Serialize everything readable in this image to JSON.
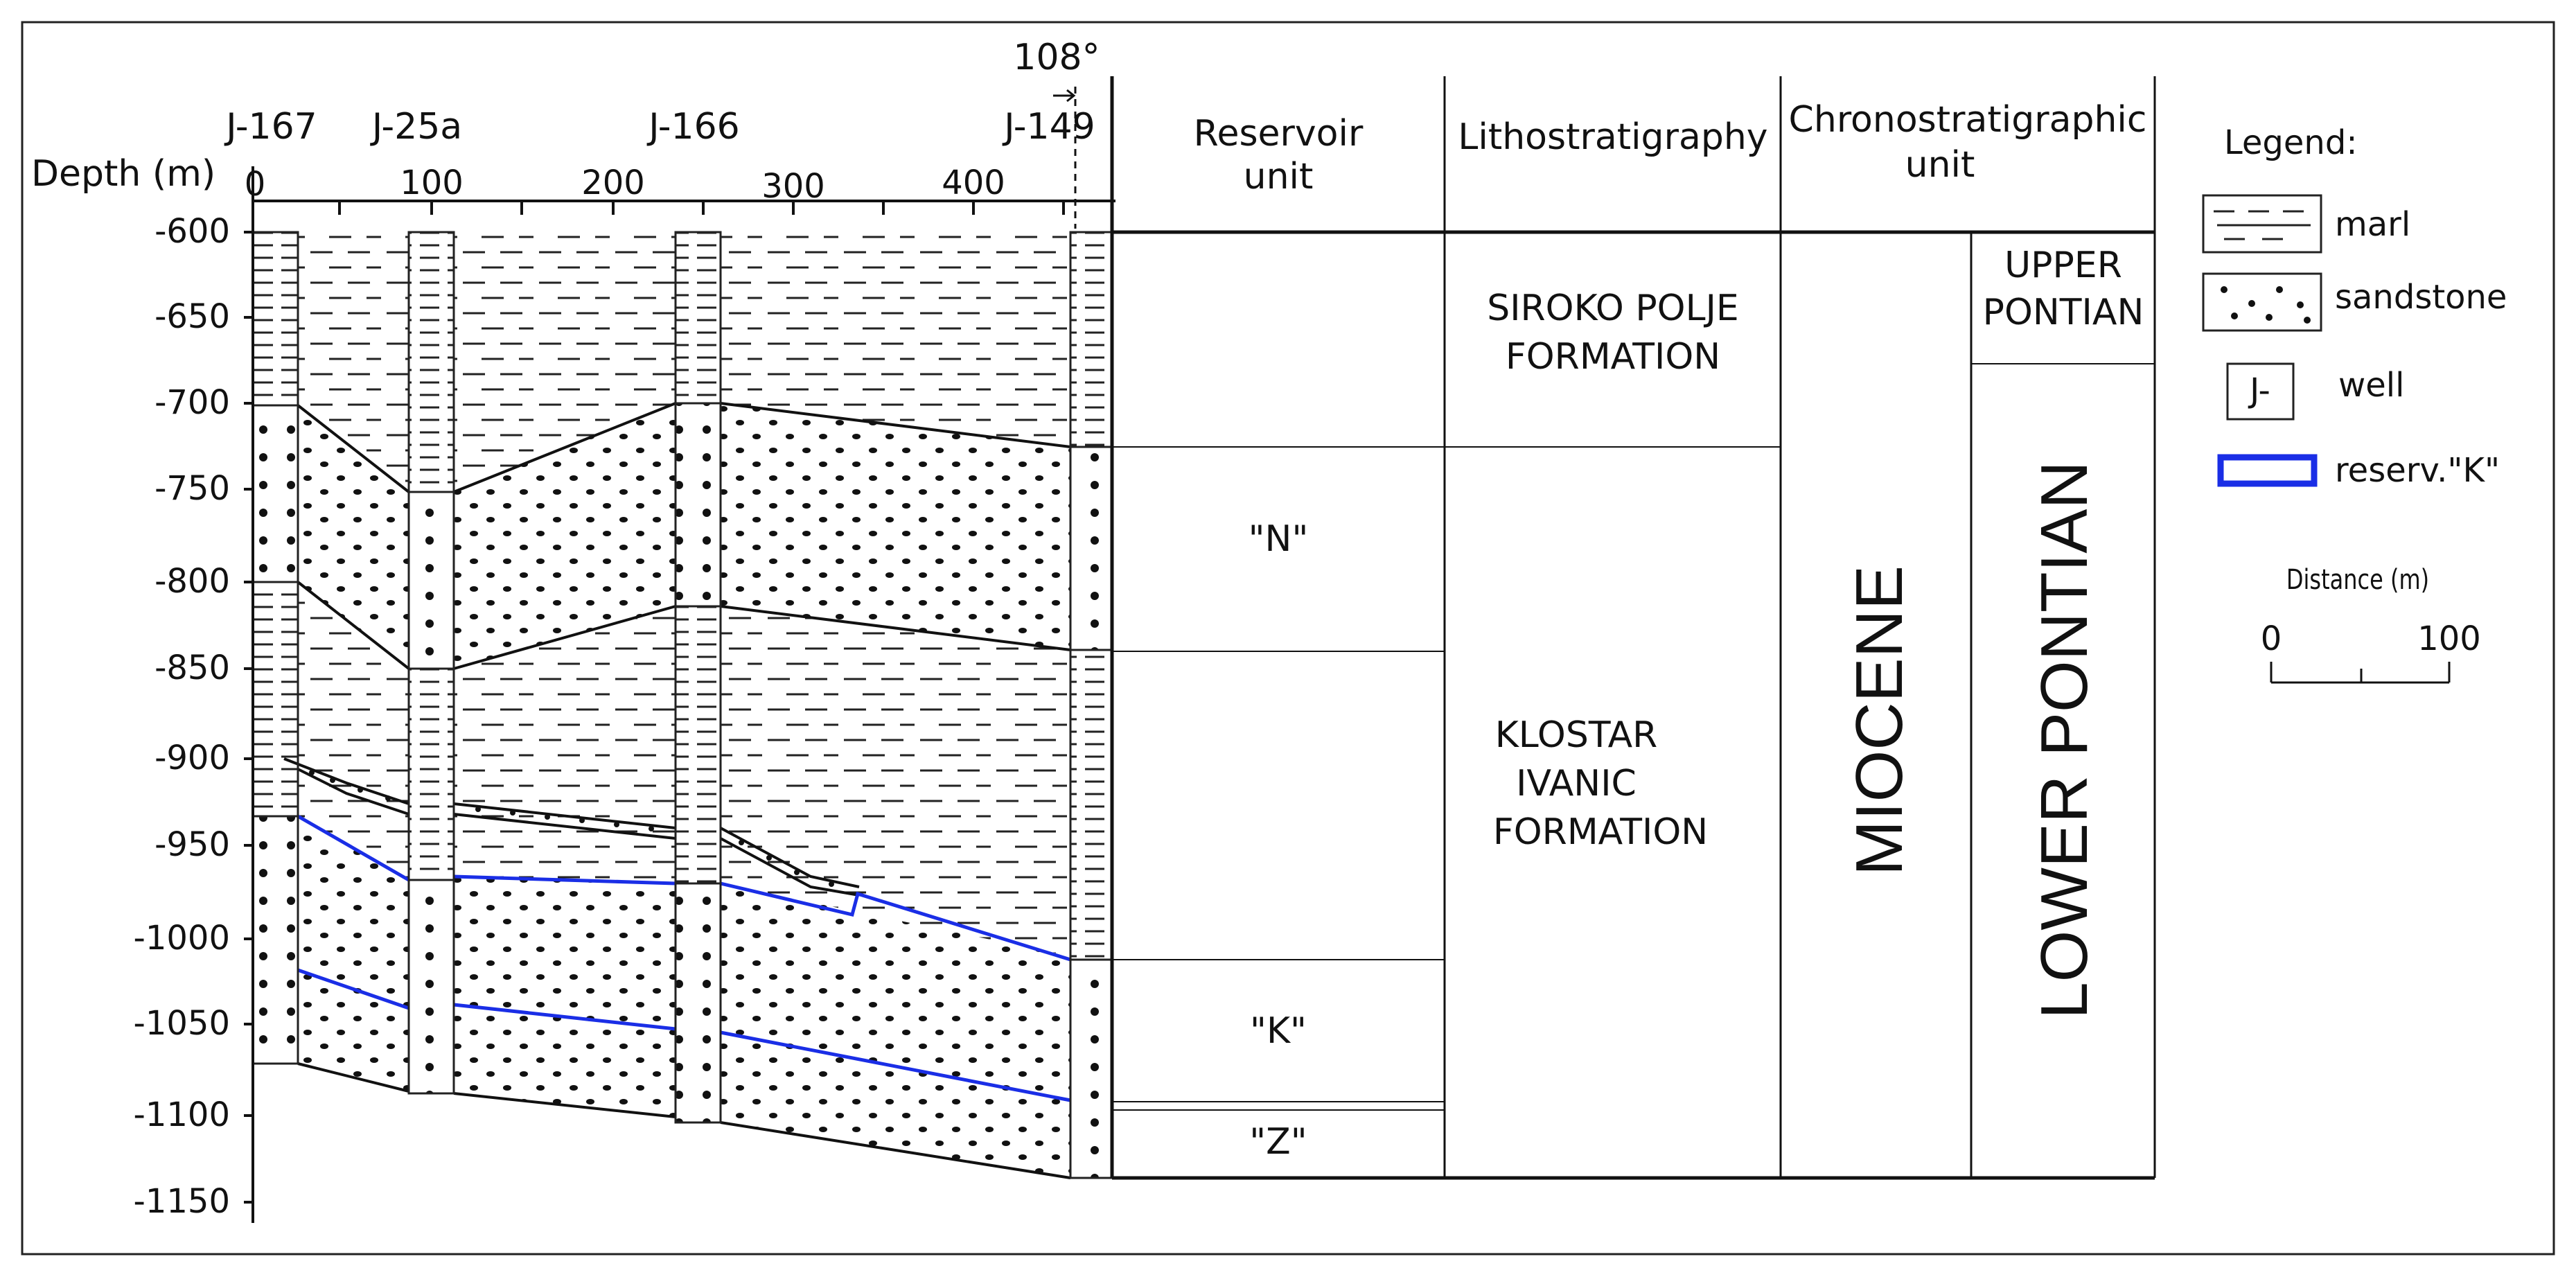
{
  "figure": {
    "depth_label": "Depth (m)",
    "distance_ticks": [
      "0",
      "100",
      "200",
      "300",
      "400"
    ],
    "depth_ticks": [
      "-600",
      "-650",
      "-700",
      "-750",
      "-800",
      "-850",
      "-900",
      "-950",
      "-1000",
      "-1050",
      "-1100",
      "-1150"
    ],
    "wells": [
      "J-167",
      "J-25a",
      "J-166",
      "J-149"
    ],
    "azimuth": "108°"
  },
  "columns": {
    "reservoir_header": [
      "Reservoir",
      "unit"
    ],
    "litho_header": "Lithostratigraphy",
    "chrono_header": [
      "Chronostratigraphic",
      "unit"
    ],
    "reservoir_units": [
      "\"N\"",
      "\"K\"",
      "\"Z\""
    ],
    "formations": {
      "siroko": [
        "SIROKO POLJE",
        "FORMATION"
      ],
      "klostar": [
        "KLOSTAR",
        "IVANIC",
        "FORMATION"
      ]
    },
    "epoch": "MIOCENE",
    "upper_stage": [
      "UPPER",
      "PONTIAN"
    ],
    "lower_stage": "LOWER PONTIAN"
  },
  "legend": {
    "title": "Legend:",
    "items": [
      {
        "symbol": "marl-swatch",
        "label": "marl"
      },
      {
        "symbol": "sandstone-swatch",
        "label": "sandstone"
      },
      {
        "symbol": "J-",
        "label": "well"
      },
      {
        "symbol": "reservoir-outline",
        "label": "reserv.\"K\""
      }
    ],
    "scale_title": "Distance (m)",
    "scale_ticks": [
      "0",
      "100"
    ],
    "reservoir_color": "#1a2ee6"
  }
}
